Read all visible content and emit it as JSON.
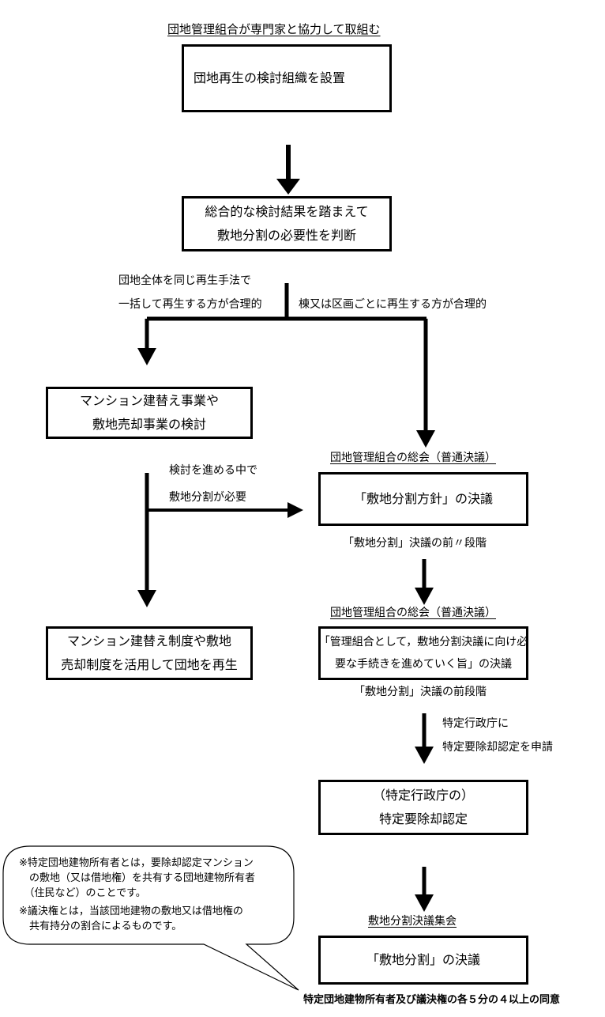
{
  "top_heading": "団地管理組合が専門家と協力して取組む",
  "box1": "団地再生の検討組織を設置",
  "box2": [
    "総合的な検討結果を踏まえて",
    "敷地分割の必要性を判断"
  ],
  "left_branch": [
    "団地全体を同じ再生手法で",
    "一括して再生する方が合理的"
  ],
  "right_branch": "棟又は区画ごとに再生する方が合理的",
  "box_left1": [
    "マンション建替え事業や",
    "敷地売却事業の検討"
  ],
  "mid_note": [
    "検討を進める中で",
    "敷地分割が必要"
  ],
  "heading_r1": "団地管理組合の総会（普通決議）",
  "box_r1": "「敷地分割方針」の決議",
  "note_r1": "「敷地分割」決議の前〃段階",
  "heading_r2": "団地管理組合の総会（普通決議）",
  "box_r2": [
    "「管理組合として，敷地分割決議に向け必",
    "要な手続きを進めていく旨」の決議"
  ],
  "note_r2": "「敷地分割」決議の前段階",
  "box_left2": [
    "マンション建替え制度や敷地",
    "売却制度を活用して団地を再生"
  ],
  "note_r3": [
    "特定行政庁に",
    "特定要除却認定を申請"
  ],
  "box_r3": [
    "（特定行政庁の）",
    "特定要除却認定"
  ],
  "bubble": [
    "※特定団地建物所有者とは，要除却認定マンション",
    "　の敷地（又は借地権）を共有する団地建物所有者",
    "　（住民など）のことです。",
    "※議決権とは，当該団地建物の敷地又は借地権の",
    "　共有持分の割合によるものです。"
  ],
  "heading_r4": "敷地分割決議集会",
  "box_r4": "「敷地分割」の決議",
  "footer": "特定団地建物所有者及び議決権の各５分の４以上の同意"
}
